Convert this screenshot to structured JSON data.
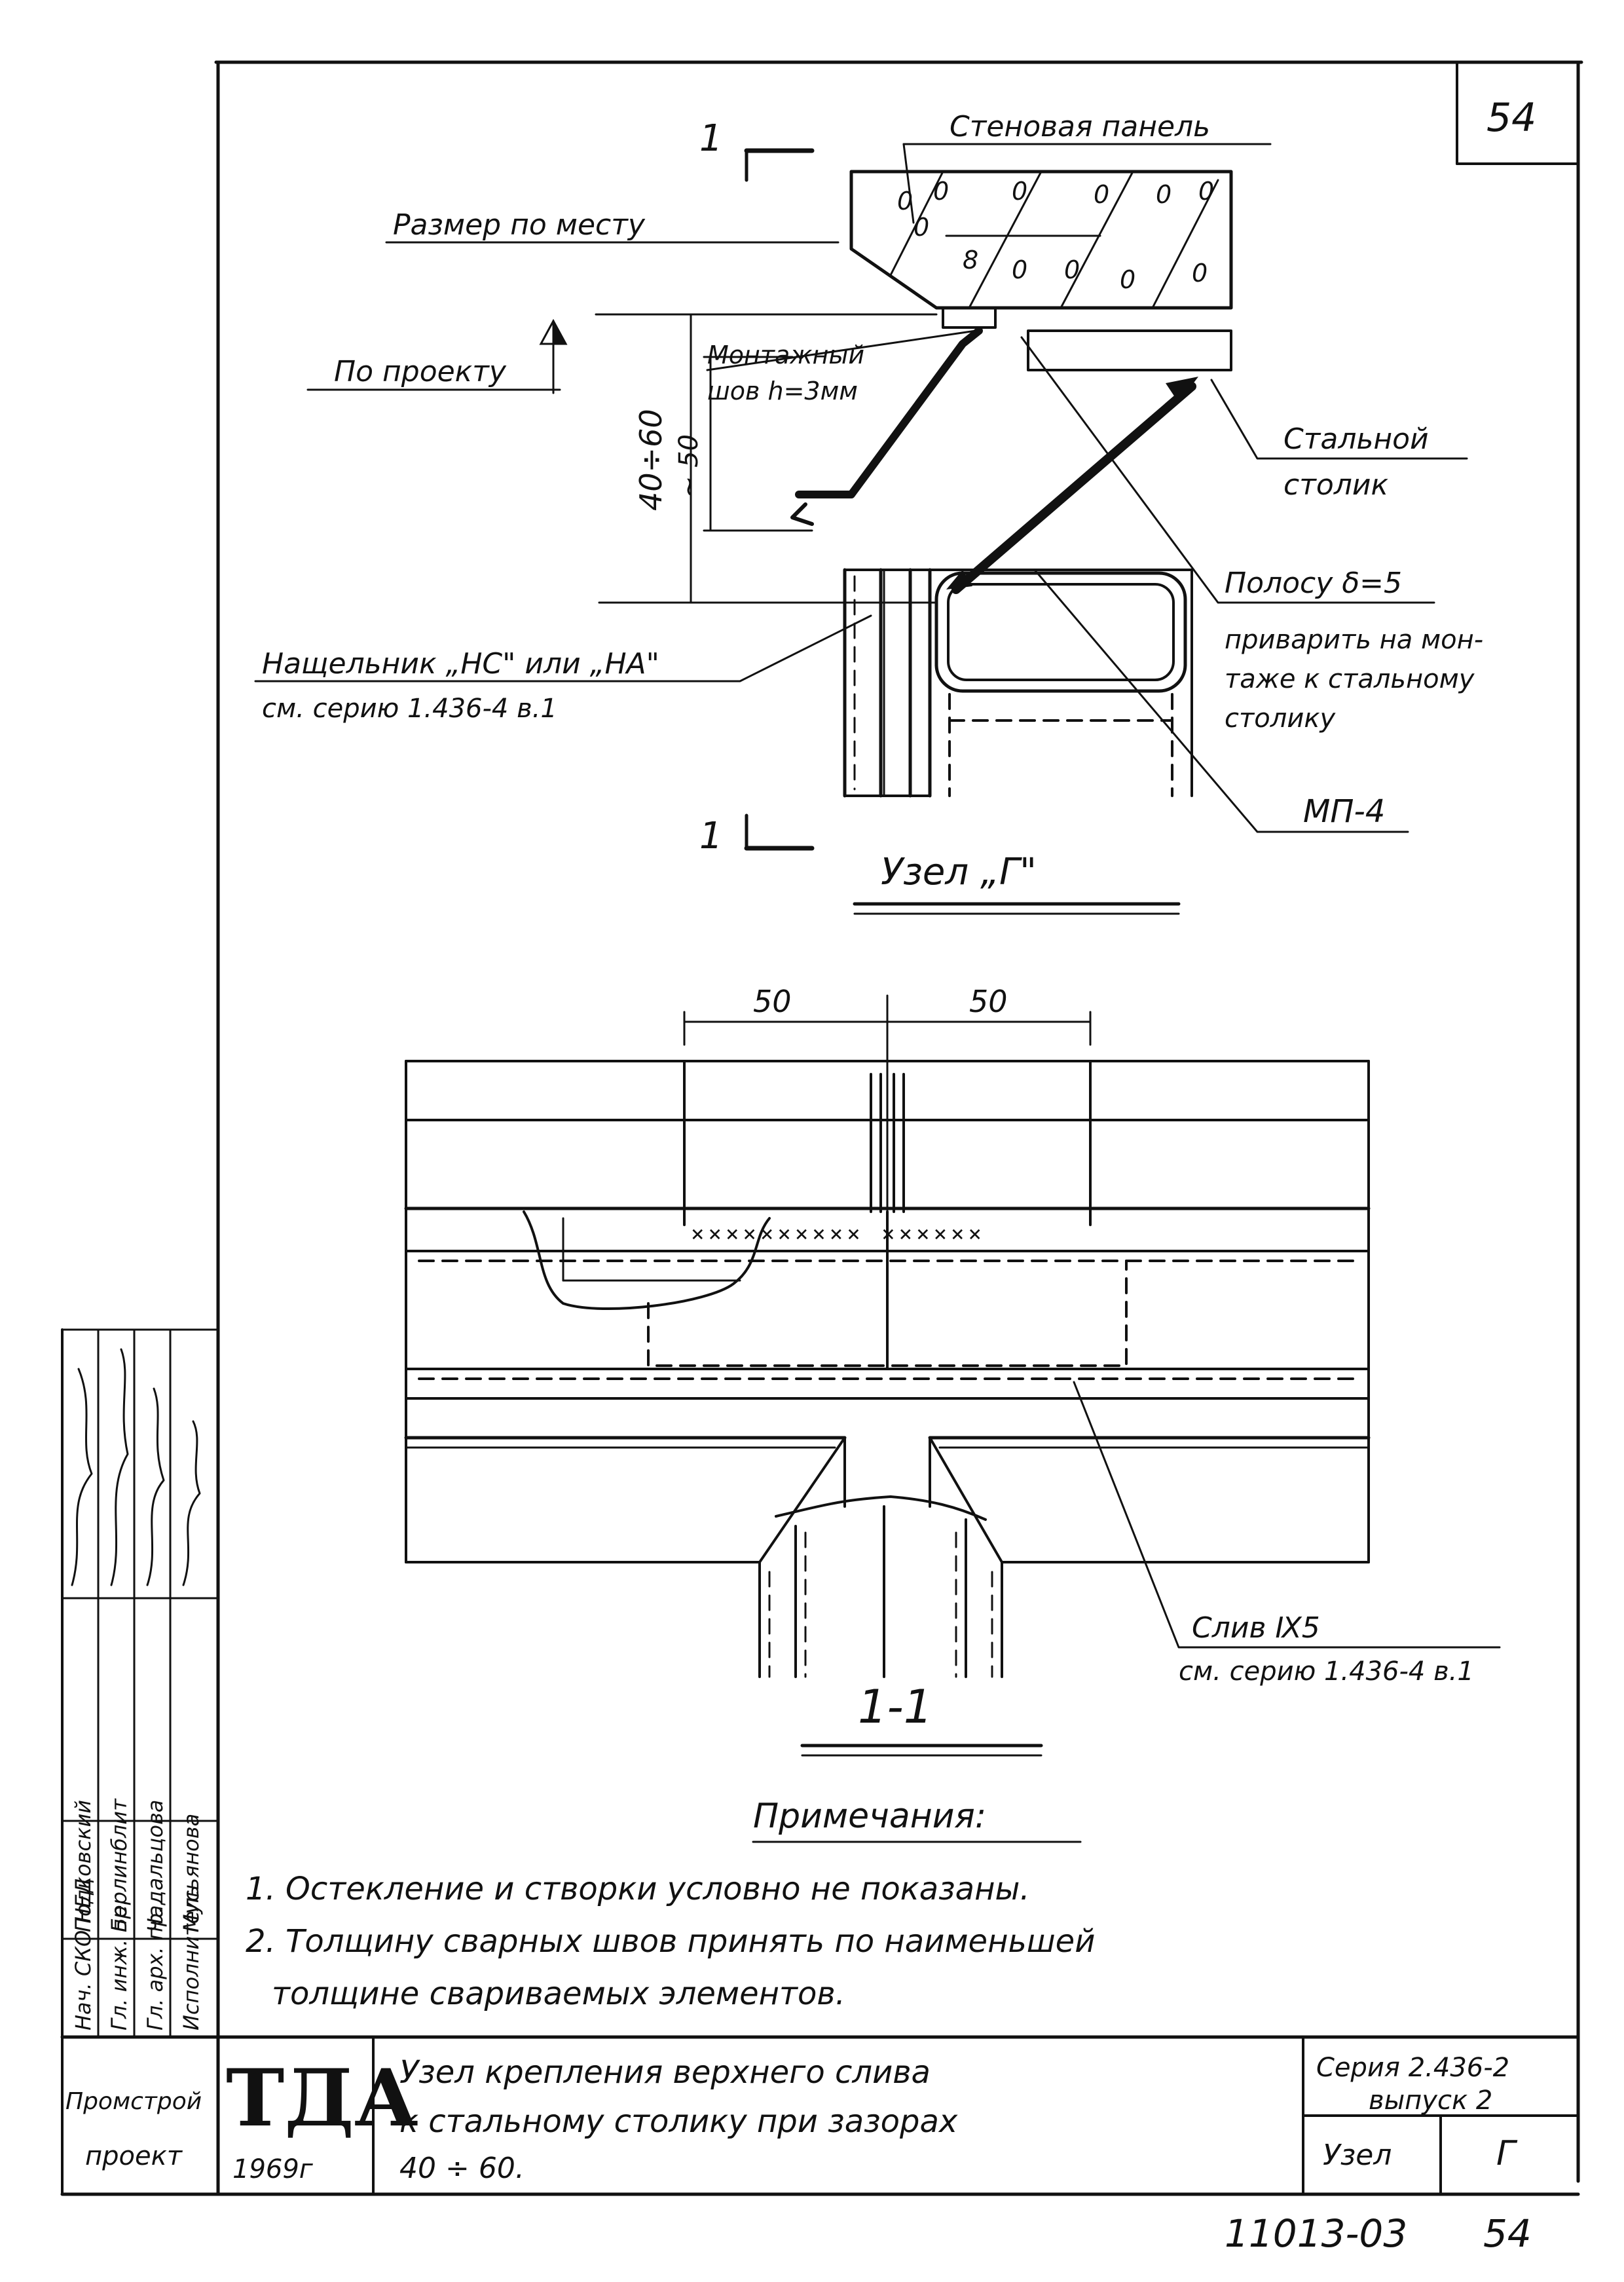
{
  "sheet": {
    "page_number": "54",
    "footer_number": "11013-03",
    "footer_page": "54"
  },
  "detail_g": {
    "title": "Узел „Г\"",
    "section_mark": "1",
    "label_wall_panel": "Стеновая панель",
    "label_size": "Размер по месту",
    "label_by_project": "По проекту",
    "label_weld_1": "Монтажный",
    "label_weld_2": "шов h=3мм",
    "dim_gap": "40÷60",
    "dim_approx": "~ 50",
    "label_steel_1": "Стальной",
    "label_steel_2": "столик",
    "label_strip": "Полосу δ=5",
    "label_strip_note_1": "приварить на мон-",
    "label_strip_note_2": "таже к стальному",
    "label_strip_note_3": "столику",
    "label_mp": "МП-4",
    "label_nash_1": "Нащельник „НС\" или „НА\"",
    "label_nash_2": "см. серию 1.436-4 в.1"
  },
  "section_1_1": {
    "title": "1-1",
    "dim_left": "50",
    "dim_right": "50",
    "label_sliv_1": "Слив  Ⅸ5",
    "label_sliv_2": "см. серию 1.436-4 в.1"
  },
  "notes": {
    "title": "Примечания:",
    "items": [
      "1. Остекление и створки условно не показаны.",
      "2. Толщину сварных швов принять по наименьшей",
      "толщине свариваемых элементов."
    ]
  },
  "stamp": {
    "roles": [
      "Нач. СКО НЕД",
      "Гл. инж. пр.",
      "Гл. арх. пр.",
      "Исполнитель"
    ],
    "names": [
      "Подковский",
      "Берлинблит",
      "Чадальцова",
      "Мусьянова"
    ],
    "org_1": "Промстрой",
    "org_2": "проект",
    "logo": "ТДА",
    "year": "1969г",
    "title_1": "Узел крепления верхнего слива",
    "title_2": "к стальному столику при зазорах",
    "title_3": "40 ÷ 60.",
    "series_1": "Серия 2.436-2",
    "series_2": "выпуск 2",
    "node_label": "Узел",
    "node_value": "Г"
  }
}
